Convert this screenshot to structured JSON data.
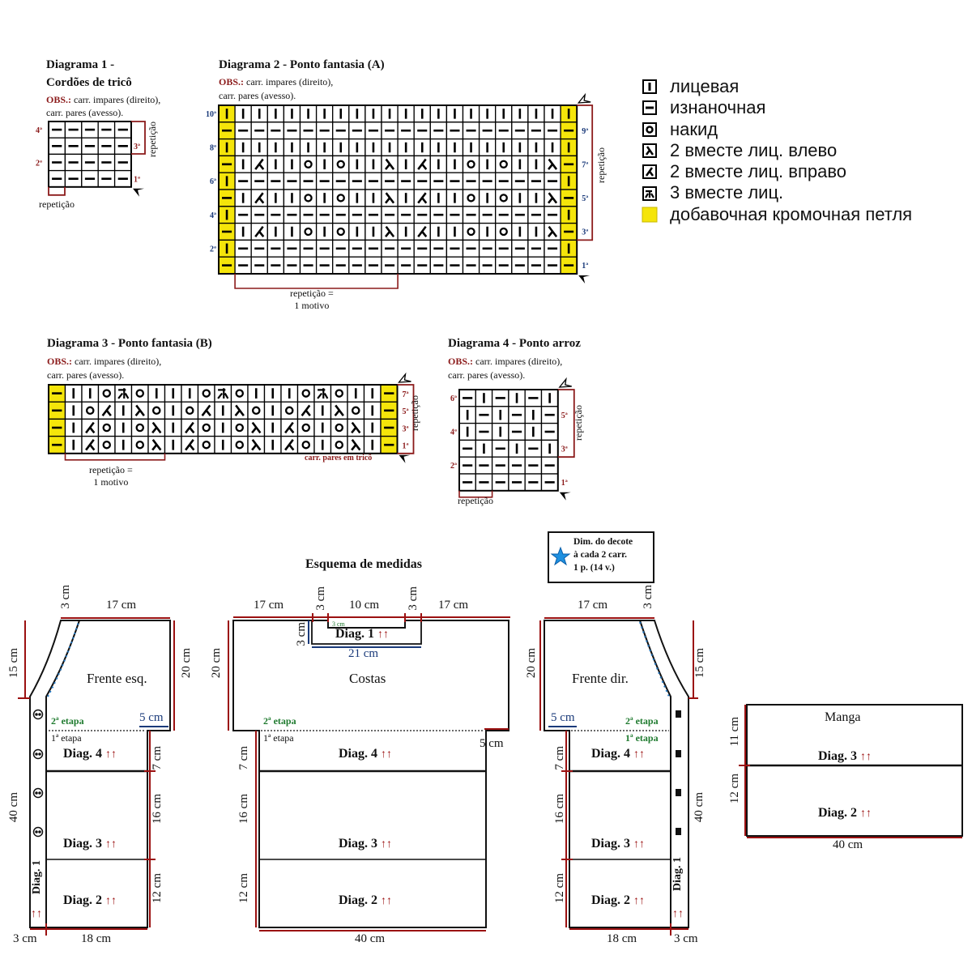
{
  "legend": {
    "items": [
      {
        "symbol": "knit",
        "label": "лицевая"
      },
      {
        "symbol": "purl",
        "label": "изнаночная"
      },
      {
        "symbol": "yo",
        "label": "накид"
      },
      {
        "symbol": "k2tog-left",
        "label": "2 вместе лиц. влево"
      },
      {
        "symbol": "k2tog-right",
        "label": "2 вместе лиц. вправо"
      },
      {
        "symbol": "k3tog",
        "label": "3 вместе лиц."
      },
      {
        "symbol": "edge",
        "label": "добавочная кромочная петля"
      }
    ],
    "edge_color": "#f5e50a"
  },
  "obs_label": "OBS.:",
  "obs_text_1": "carr. impares (direito),",
  "obs_text_2": "carr. pares (avesso).",
  "repeat_label": "repetição",
  "repeat_motif_1": "repetição =",
  "repeat_motif_2": "1 motivo",
  "diagram1": {
    "title_1": "Diagrama 1 -",
    "title_2": "Cordões de tricô",
    "rows": [
      "-----",
      "-----",
      "-----",
      "-----"
    ],
    "left_labels": [
      "4ª",
      "",
      "2ª",
      ""
    ],
    "right_labels": [
      "",
      "3ª",
      "",
      "1ª"
    ]
  },
  "diagram2": {
    "title": "Diagrama 2 - Ponto fantasia (A)",
    "rows": [
      "K||||||||||||||||||||||K",
      "P--------------------P",
      "K||||||||||||||||||||K",
      "P|RK||O|O||L|R||O|O||LP",
      "K--------------------K",
      "P|R||O|O||L|R||O|O||LP",
      "K--------------------K",
      "P|R||O|O||L|R||O|O||LP",
      "K--------------------K",
      "P--------------------P"
    ],
    "grid": [
      [
        "|",
        "|",
        "|",
        "|",
        "|",
        "|",
        "|",
        "|",
        "|",
        "|",
        "|",
        "|",
        "|",
        "|",
        "|",
        "|",
        "|",
        "|",
        "|",
        "|",
        "|",
        "|"
      ],
      [
        "-",
        "-",
        "-",
        "-",
        "-",
        "-",
        "-",
        "-",
        "-",
        "-",
        "-",
        "-",
        "-",
        "-",
        "-",
        "-",
        "-",
        "-",
        "-",
        "-",
        "-",
        "-"
      ],
      [
        "|",
        "|",
        "|",
        "|",
        "|",
        "|",
        "|",
        "|",
        "|",
        "|",
        "|",
        "|",
        "|",
        "|",
        "|",
        "|",
        "|",
        "|",
        "|",
        "|",
        "|",
        "|"
      ],
      [
        "-",
        "|",
        "R",
        "|",
        "|",
        "O",
        "|",
        "O",
        "|",
        "|",
        "L",
        "|",
        "R",
        "|",
        "|",
        "O",
        "|",
        "O",
        "|",
        "|",
        "L",
        "-"
      ],
      [
        "|",
        "-",
        "-",
        "-",
        "-",
        "-",
        "-",
        "-",
        "-",
        "-",
        "-",
        "-",
        "-",
        "-",
        "-",
        "-",
        "-",
        "-",
        "-",
        "-",
        "-",
        "|"
      ],
      [
        "-",
        "|",
        "R",
        "|",
        "|",
        "O",
        "|",
        "O",
        "|",
        "|",
        "L",
        "|",
        "R",
        "|",
        "|",
        "O",
        "|",
        "O",
        "|",
        "|",
        "L",
        "-"
      ],
      [
        "|",
        "-",
        "-",
        "-",
        "-",
        "-",
        "-",
        "-",
        "-",
        "-",
        "-",
        "-",
        "-",
        "-",
        "-",
        "-",
        "-",
        "-",
        "-",
        "-",
        "-",
        "|"
      ],
      [
        "-",
        "|",
        "R",
        "|",
        "|",
        "O",
        "|",
        "O",
        "|",
        "|",
        "L",
        "|",
        "R",
        "|",
        "|",
        "O",
        "|",
        "O",
        "|",
        "|",
        "L",
        "-"
      ],
      [
        "|",
        "-",
        "-",
        "-",
        "-",
        "-",
        "-",
        "-",
        "-",
        "-",
        "-",
        "-",
        "-",
        "-",
        "-",
        "-",
        "-",
        "-",
        "-",
        "-",
        "-",
        "|"
      ],
      [
        "-",
        "-",
        "-",
        "-",
        "-",
        "-",
        "-",
        "-",
        "-",
        "-",
        "-",
        "-",
        "-",
        "-",
        "-",
        "-",
        "-",
        "-",
        "-",
        "-",
        "-",
        "-"
      ]
    ],
    "left_labels": [
      "10ª",
      "",
      "8ª",
      "",
      "6ª",
      "",
      "4ª",
      "",
      "2ª",
      ""
    ],
    "right_labels": [
      "",
      "9ª",
      "",
      "7ª",
      "",
      "5ª",
      "",
      "3ª",
      "",
      "1ª"
    ]
  },
  "diagram3": {
    "title": "Diagrama 3 - Ponto fantasia (B)",
    "grid": [
      [
        "-",
        "|",
        "|",
        "O",
        "T",
        "O",
        "|",
        "|",
        "|",
        "O",
        "T",
        "O",
        "|",
        "|",
        "|",
        "O",
        "T",
        "O",
        "|",
        "|",
        "-"
      ],
      [
        "-",
        "|",
        "O",
        "R",
        "|",
        "L",
        "O",
        "|",
        "O",
        "R",
        "|",
        "L",
        "O",
        "|",
        "O",
        "R",
        "|",
        "L",
        "O",
        "|",
        "-"
      ],
      [
        "-",
        "|",
        "R",
        "O",
        "|",
        "O",
        "L",
        "|",
        "R",
        "O",
        "|",
        "O",
        "L",
        "|",
        "R",
        "O",
        "|",
        "O",
        "L",
        "|",
        "-"
      ],
      [
        "-",
        "|",
        "R",
        "O",
        "|",
        "O",
        "L",
        "|",
        "R",
        "O",
        "|",
        "O",
        "L",
        "|",
        "R",
        "O",
        "|",
        "O",
        "L",
        "|",
        "-"
      ]
    ],
    "right_labels": [
      "7ª",
      "5ª",
      "3ª",
      "1ª"
    ],
    "even_rows_note": "carr. pares em tricô"
  },
  "diagram4": {
    "title": "Diagrama 4 - Ponto arroz",
    "grid": [
      [
        "-",
        "|",
        "-",
        "|",
        "-",
        "|"
      ],
      [
        "|",
        "-",
        "|",
        "-",
        "|",
        "-"
      ],
      [
        "|",
        "-",
        "|",
        "-",
        "|",
        "-"
      ],
      [
        "-",
        "|",
        "-",
        "|",
        "-",
        "|"
      ],
      [
        "-",
        "-",
        "-",
        "-",
        "-",
        "-"
      ],
      [
        "-",
        "-",
        "-",
        "-",
        "-",
        "-"
      ]
    ],
    "left_labels": [
      "6ª",
      "",
      "4ª",
      "",
      "2ª",
      ""
    ],
    "right_labels": [
      "",
      "5ª",
      "",
      "3ª",
      "",
      "1ª"
    ]
  },
  "schema": {
    "title": "Esquema de medidas",
    "note": {
      "line1": "Dim. do decote",
      "line2": "à cada 2 carr.",
      "line3": "1 p. (14 v.)",
      "star_color": "#1e90e0"
    },
    "left_front": {
      "name": "Frente esq.",
      "top_width": "17 cm",
      "band_top": "3 cm",
      "neck_height": "15 cm",
      "upper_height": "20 cm",
      "step": "5 cm",
      "stage2": "2ª etapa",
      "stage1": "1ª etapa",
      "section_diag4": "Diag. 4",
      "section_diag3": "Diag. 3",
      "section_diag2": "Diag. 2",
      "band_diag": "Diag. 1",
      "h_diag4": "7 cm",
      "h_diag3": "16 cm",
      "h_diag2": "12 cm",
      "lower_height": "40 cm",
      "band_width": "3 cm",
      "bottom_width": "18 cm"
    },
    "back": {
      "name": "Costas",
      "left_shoulder": "17 cm",
      "right_shoulder": "17 cm",
      "neck_width": "10 cm",
      "neck_side_left": "3 cm",
      "neck_side_right": "3 cm",
      "neck_inner": "3 cm",
      "neck_depth": "3 cm",
      "neck_band": "Diag. 1",
      "neck_band_width": "21 cm",
      "upper_height": "20 cm",
      "step": "5 cm",
      "stage2": "2ª etapa",
      "stage1": "1ª etapa",
      "section_diag4": "Diag. 4",
      "section_diag3": "Diag. 3",
      "section_diag2": "Diag. 2",
      "h_diag4": "7 cm",
      "h_diag3": "16 cm",
      "h_diag2": "12 cm",
      "bottom_width": "40 cm"
    },
    "right_front": {
      "name": "Frente dir.",
      "top_width": "17 cm",
      "band_top": "3 cm",
      "neck_height": "15 cm",
      "upper_height": "20 cm",
      "step": "5 cm",
      "stage2": "2ª etapa",
      "stage1": "1ª etapa",
      "section_diag4": "Diag. 4",
      "section_diag3": "Diag. 3",
      "section_diag2": "Diag. 2",
      "band_diag": "Diag. 1",
      "h_diag4": "7 cm",
      "h_diag3": "16 cm",
      "h_diag2": "12 cm",
      "lower_height": "40 cm",
      "band_width": "3 cm",
      "bottom_width": "18 cm"
    },
    "sleeve": {
      "name": "Manga",
      "section_diag3": "Diag. 3",
      "section_diag2": "Diag. 2",
      "h_diag3": "11 cm",
      "h_diag2": "12 cm",
      "width": "40 cm"
    },
    "arrows": "↑↑"
  }
}
